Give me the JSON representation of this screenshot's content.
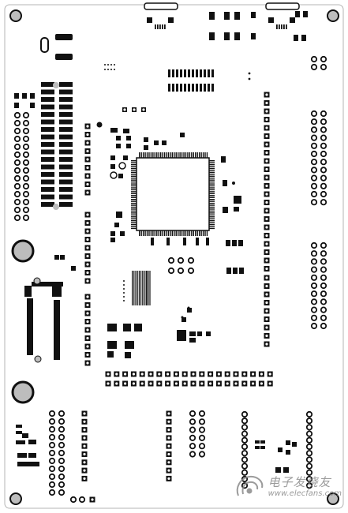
{
  "board": {
    "description_kind": "pcb-silkscreen-layout",
    "outline_color": "#b4b4b4",
    "pad_color": "#111111",
    "hole_fill": "#ffffff",
    "mount_hole_fill": "#bdbdbd"
  },
  "watermark": {
    "text_cn": "电子发烧友",
    "text_url": "www.elecfans.com",
    "color": "#8a8a8a"
  }
}
